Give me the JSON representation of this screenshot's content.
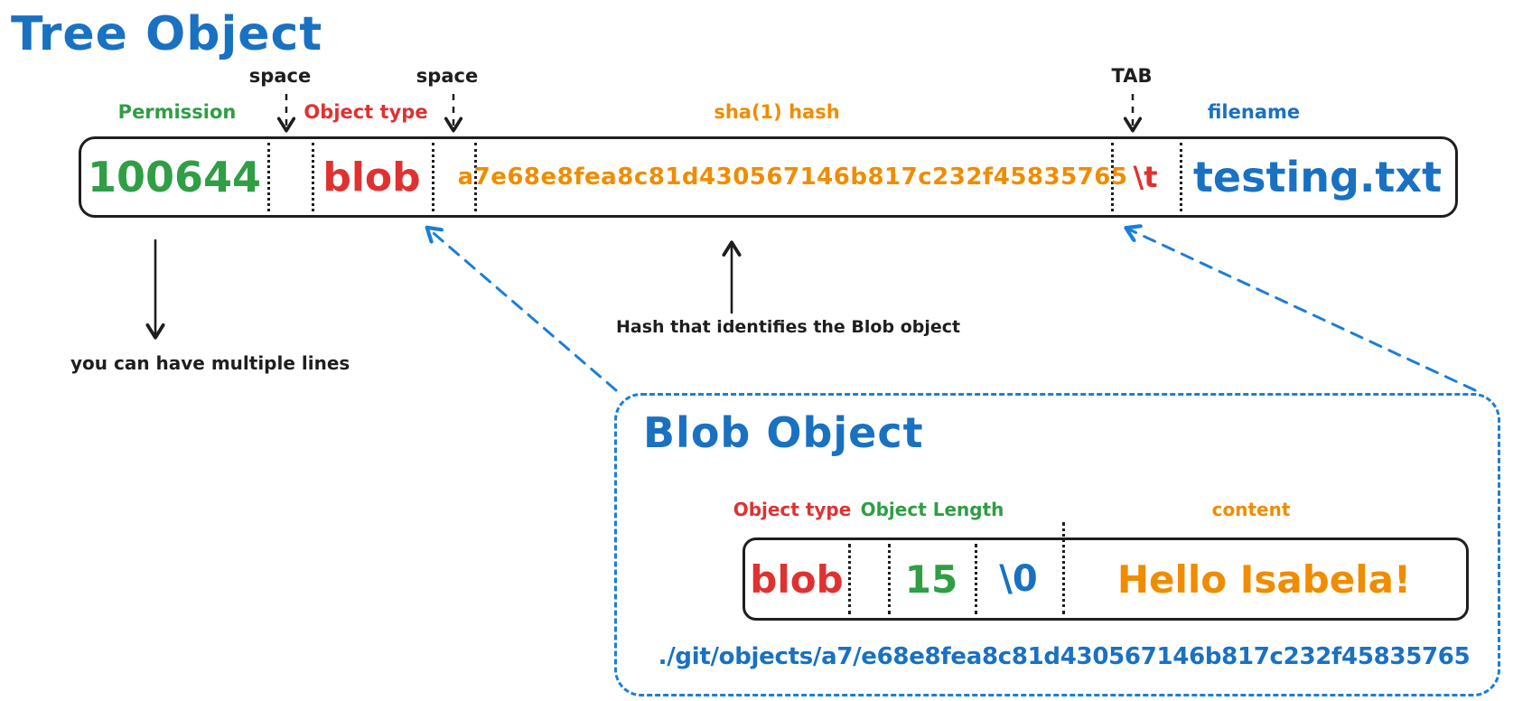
{
  "colors": {
    "blue": "#1971c2",
    "green": "#2f9e44",
    "red": "#e03131",
    "orange": "#f08c00",
    "ink": "#1e1e1e",
    "arrow_blue": "#1c7ed6"
  },
  "tree": {
    "title": "Tree Object",
    "labels": {
      "permission": "Permission",
      "space1": "space",
      "object_type": "Object type",
      "space2": "space",
      "sha1_hash": "sha(1) hash",
      "tab": "TAB",
      "filename": "filename"
    },
    "cells": {
      "permission": "100644",
      "object_type": "blob",
      "sha1_hash": "a7e68e8fea8c81d430567146b817c232f45835765",
      "tab": "\\t",
      "filename": "testing.txt"
    },
    "notes": {
      "multiple_lines": "you can have multiple lines",
      "hash_identifies": "Hash that identifies the Blob object"
    }
  },
  "blob": {
    "title": "Blob Object",
    "labels": {
      "object_type": "Object type",
      "object_length": "Object Length",
      "content": "content"
    },
    "cells": {
      "object_type": "blob",
      "object_length": "15",
      "null_byte": "\\0",
      "content": "Hello Isabela!"
    },
    "path": "./git/objects/a7/e68e8fea8c81d430567146b817c232f45835765"
  }
}
